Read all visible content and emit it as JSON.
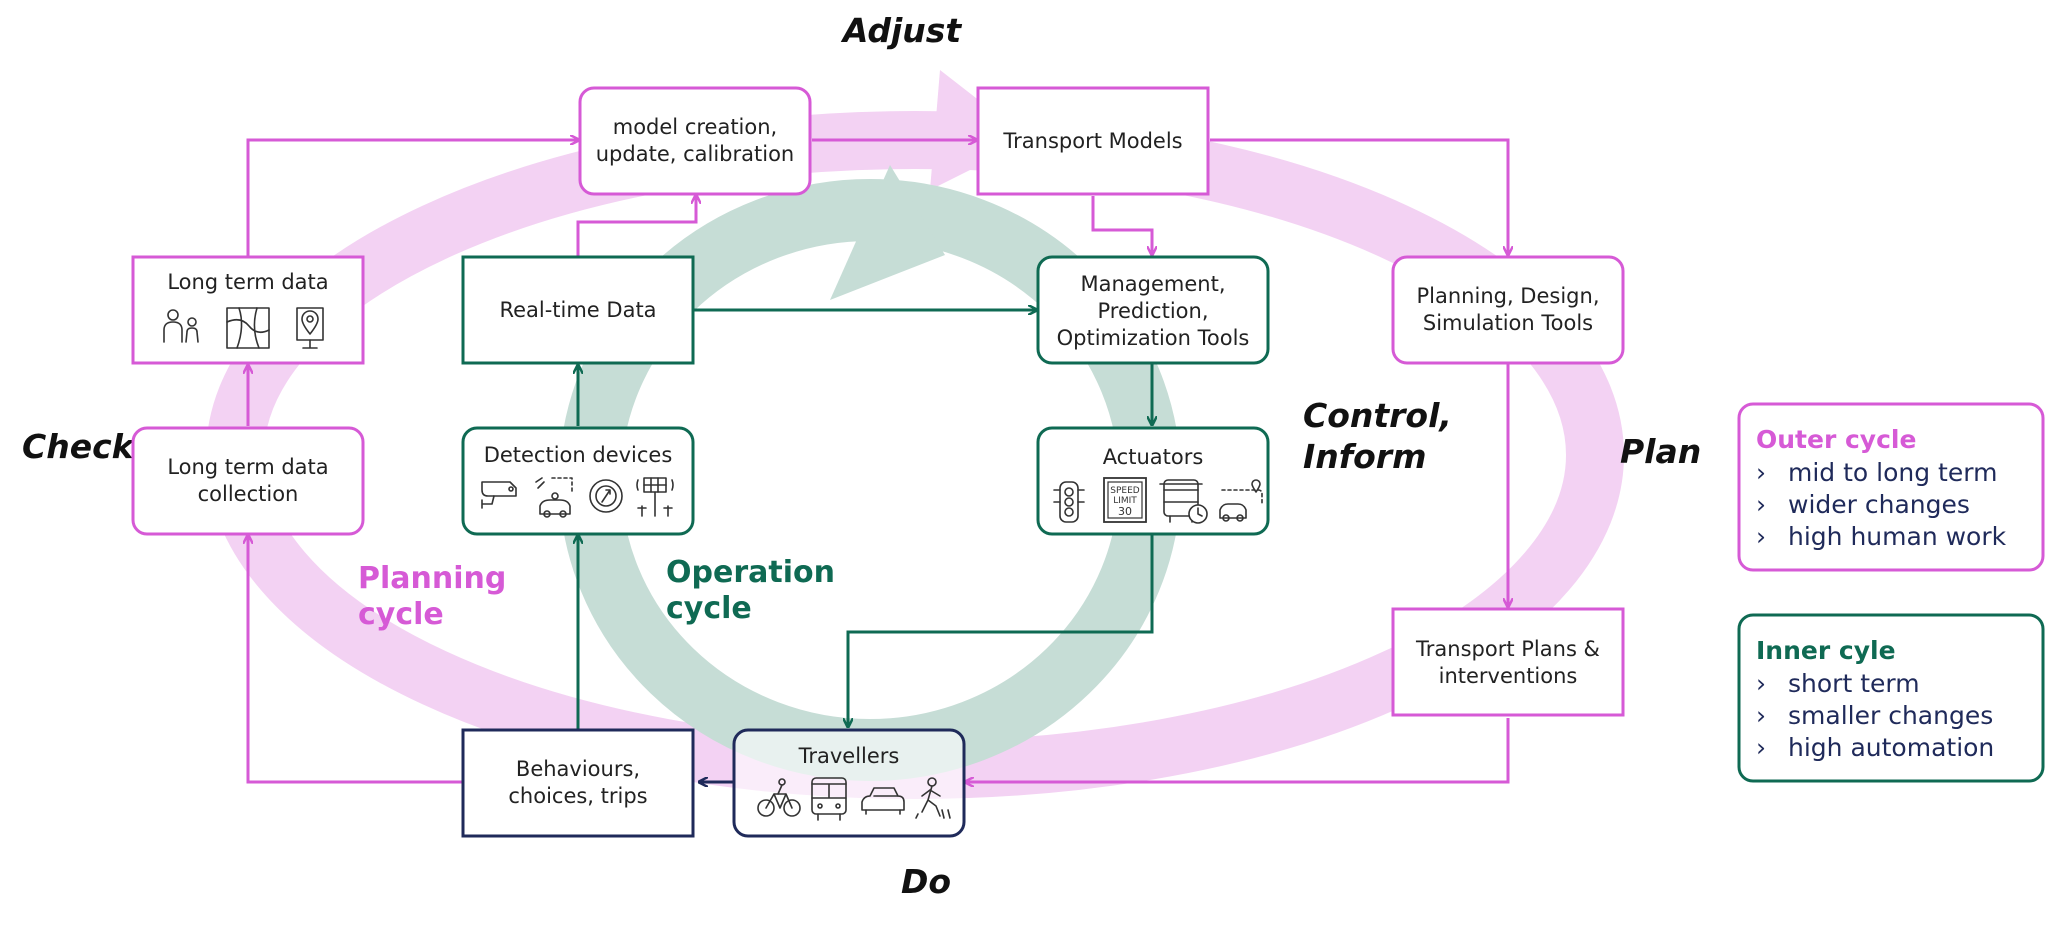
{
  "colors": {
    "outer": "#d65ad6",
    "inner": "#0f6a53",
    "travellers": "#1f2a5a",
    "outer_band": "#f3d2f3",
    "inner_band": "#c6ddd6"
  },
  "phases": {
    "adjust": "Adjust",
    "check": "Check",
    "control_inform": [
      "Control,",
      "Inform"
    ],
    "plan": "Plan",
    "do": "Do"
  },
  "cycle_labels": {
    "planning": [
      "Planning",
      "cycle"
    ],
    "operation": [
      "Operation",
      "cycle"
    ]
  },
  "boxes": {
    "model_creation": [
      "model creation,",
      "update, calibration"
    ],
    "transport_models": [
      "Transport Models"
    ],
    "long_term_data": [
      "Long term data"
    ],
    "long_term_collection": [
      "Long term data",
      "collection"
    ],
    "realtime_data": [
      "Real-time Data"
    ],
    "management_tools": [
      "Management,",
      "Prediction,",
      "Optimization Tools"
    ],
    "planning_tools": [
      "Planning, Design,",
      "Simulation Tools"
    ],
    "detection_devices": [
      "Detection devices"
    ],
    "actuators": [
      "Actuators"
    ],
    "transport_plans": [
      "Transport Plans &",
      "interventions"
    ],
    "behaviours": [
      "Behaviours,",
      "choices, trips"
    ],
    "travellers": [
      "Travellers"
    ]
  },
  "icons": {
    "long_term_data": [
      "people-icon",
      "map-icon",
      "location-pin-icon"
    ],
    "detection_devices": [
      "camera-icon",
      "connected-car-icon",
      "sensor-icon",
      "solar-sensor-icon"
    ],
    "actuators": [
      "traffic-light-icon",
      "speed-limit-sign-icon",
      "bus-schedule-icon",
      "car-route-icon"
    ],
    "travellers": [
      "bicycle-icon",
      "bus-icon",
      "car-icon",
      "pedestrian-icon"
    ]
  },
  "speed_sign": [
    "SPEED",
    "LIMIT",
    "30"
  ],
  "legend": {
    "outer": {
      "title": "Outer cycle",
      "items": [
        "mid to long term",
        "wider changes",
        "high human work"
      ]
    },
    "inner": {
      "title": "Inner cyle",
      "items": [
        "short term",
        "smaller changes",
        "high automation"
      ]
    },
    "bullet": "›"
  }
}
